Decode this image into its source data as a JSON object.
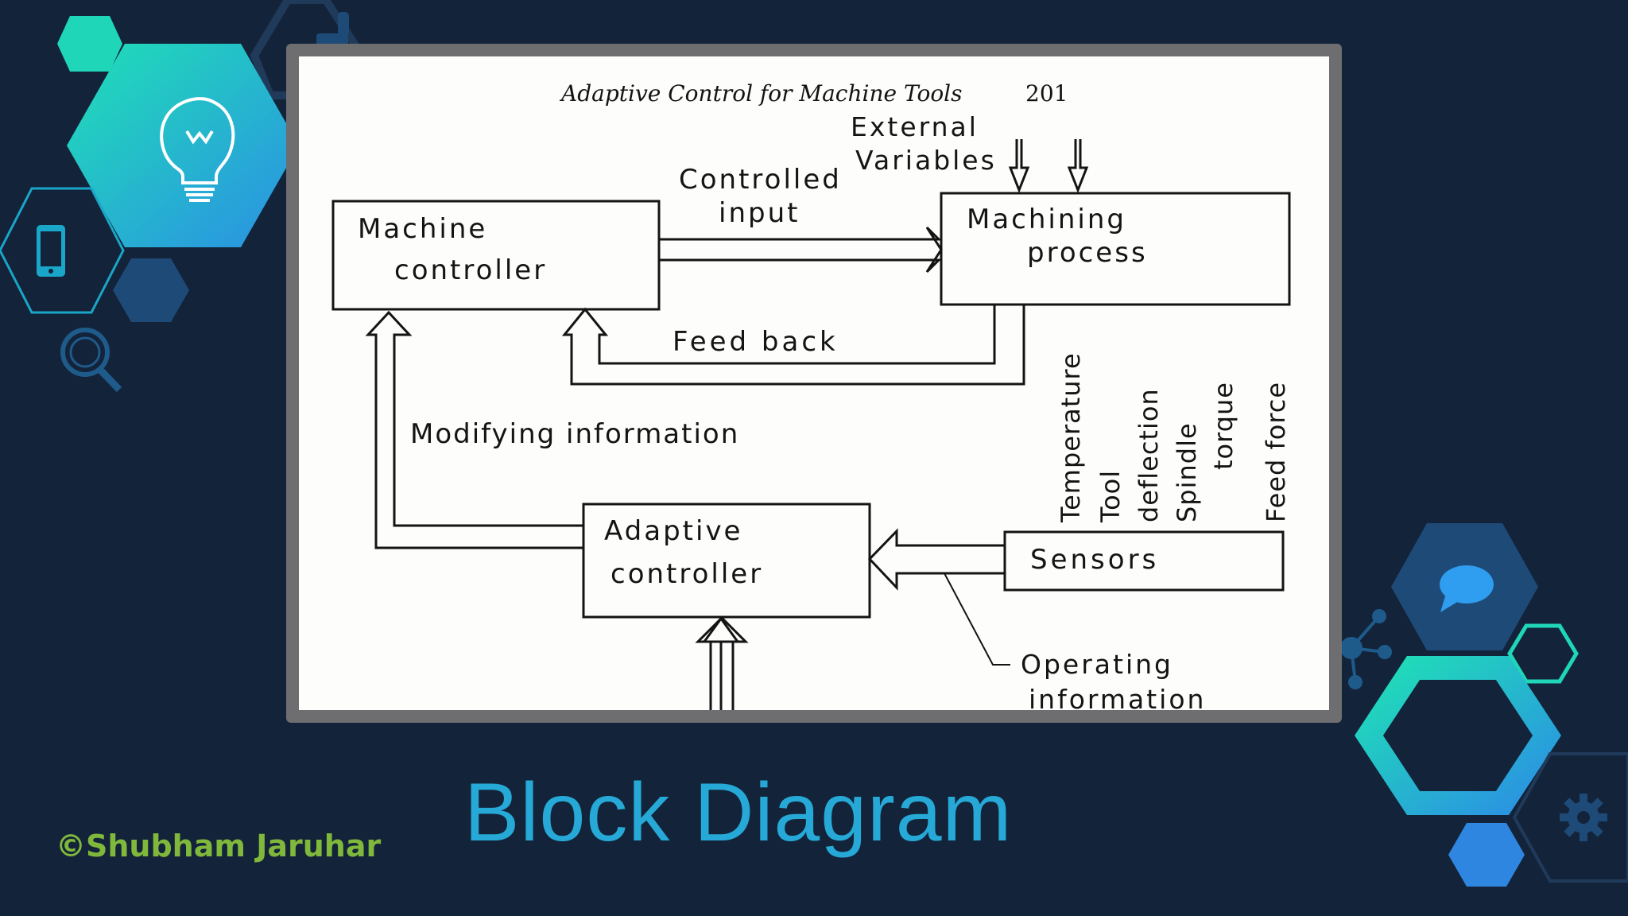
{
  "slide": {
    "title": "Block Diagram",
    "credit": "©Shubham Jaruhar"
  },
  "page_header": {
    "running_title": "Adaptive Control for Machine Tools",
    "page_number": "201"
  },
  "diagram": {
    "external_variables": [
      "External",
      "Variables"
    ],
    "controlled_input": [
      "Controlled",
      "input"
    ],
    "machine_controller": [
      "Machine",
      "controller"
    ],
    "machining_process": [
      "Machining",
      "process"
    ],
    "feed_back": "Feed back",
    "modifying_information": "Modifying information",
    "adaptive_controller": [
      "Adaptive",
      "controller"
    ],
    "sensors": "Sensors",
    "operating_information": [
      "Operating",
      "information"
    ],
    "sensor_signals": [
      "Temperature",
      "Tool",
      "deflection",
      "Spindle",
      "torque",
      "Feed force"
    ]
  },
  "icons": [
    "lightbulb-icon",
    "phone-icon",
    "search-icon",
    "thumbs-up-icon",
    "chat-icon",
    "network-icon",
    "gear-icon"
  ],
  "colors": {
    "background": "#13233a",
    "title": "#26a9d6",
    "credit": "#7fb83a",
    "teal": "#1fd6b8",
    "blue": "#2f86e0"
  }
}
